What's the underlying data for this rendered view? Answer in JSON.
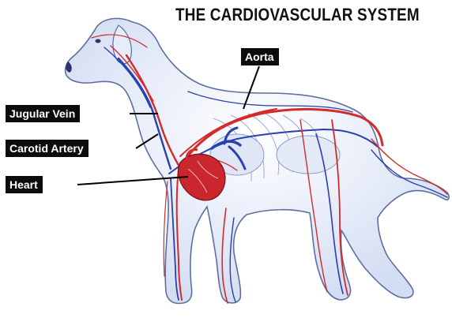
{
  "title": "THE CARDIOVASCULAR SYSTEM",
  "labels": {
    "aorta": "Aorta",
    "jugular_vein": "Jugular Vein",
    "carotid_artery": "Carotid Artery",
    "heart": "Heart"
  },
  "colors": {
    "artery": "#d42a2a",
    "vein": "#2a3fb0",
    "body_outline": "#5c6f9e",
    "body_shade": "#cdd8ef",
    "heart": "#c9262e",
    "label_bg": "#0c0c0c",
    "label_text": "#ffffff"
  }
}
